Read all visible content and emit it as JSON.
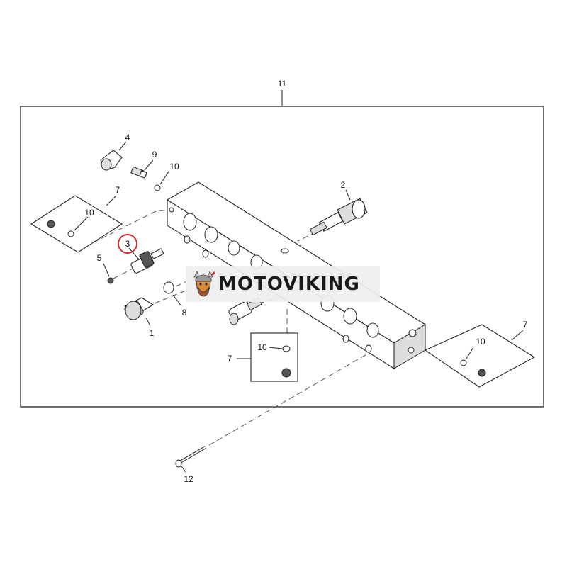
{
  "diagram": {
    "callouts": {
      "c1": "1",
      "c2": "2",
      "c3": "3",
      "c4": "4",
      "c5": "5",
      "c7_left": "7",
      "c7_bottom": "7",
      "c7_right": "7",
      "c8": "8",
      "c9": "9",
      "c10_top": "10",
      "c10_left": "10",
      "c10_bottom": "10",
      "c10_right": "10",
      "c11": "11",
      "c12": "12"
    },
    "highlight_color": "#d0312d"
  },
  "watermark": {
    "text": "MOTOVIKING"
  }
}
